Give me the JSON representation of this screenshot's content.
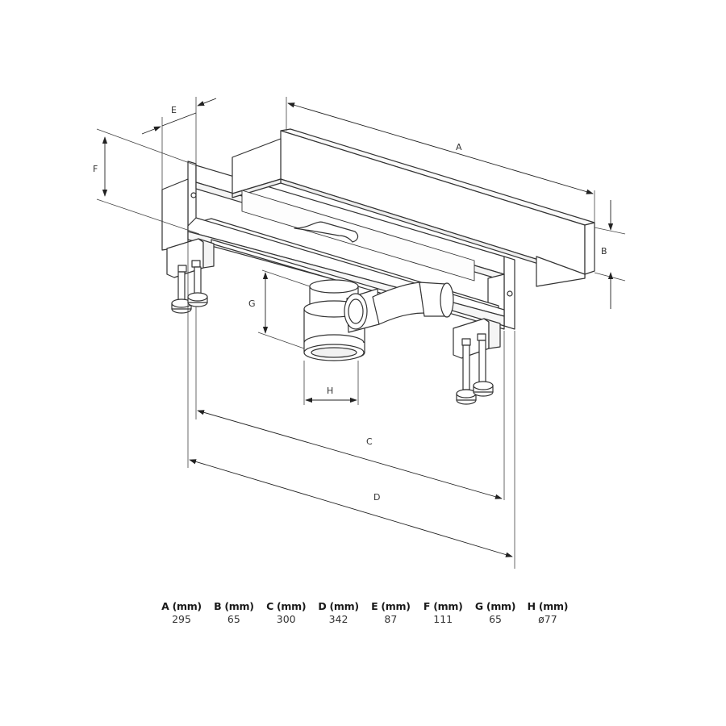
{
  "drawing_labels": {
    "A": "A",
    "B": "B",
    "C": "C",
    "D": "D",
    "E": "E",
    "F": "F",
    "G": "G",
    "H": "H"
  },
  "dimensions": [
    {
      "header": "A (mm)",
      "value": "295"
    },
    {
      "header": "B (mm)",
      "value": "65"
    },
    {
      "header": "C (mm)",
      "value": "300"
    },
    {
      "header": "D (mm)",
      "value": "342"
    },
    {
      "header": "E (mm)",
      "value": "87"
    },
    {
      "header": "F (mm)",
      "value": "111"
    },
    {
      "header": "G (mm)",
      "value": "65"
    },
    {
      "header": "H (mm)",
      "value": "ø77"
    }
  ]
}
